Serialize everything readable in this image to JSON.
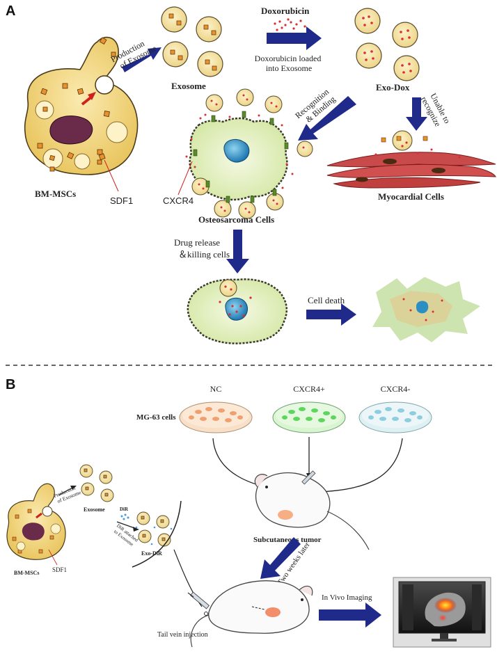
{
  "panels": {
    "a": "A",
    "b": "B"
  },
  "panel_a": {
    "production_line1": "Production",
    "production_line2": "of Exosome",
    "exosome": "Exosome",
    "doxorubicin": "Doxorubicin",
    "loaded_line1": "Doxorubicin loaded",
    "loaded_line2": "into Exosome",
    "exo_dox": "Exo-Dox",
    "recognition_line1": "Recognition",
    "recognition_line2": "& Binding",
    "unable_line1": "Unable to",
    "unable_line2": "recognize",
    "bm_mscs": "BM-MSCs",
    "sdf1": "SDF1",
    "cxcr4": "CXCR4",
    "osteosarcoma": "Osteosarcoma Cells",
    "myocardial": "Myocardial Cells",
    "drug_line1": "Drug release",
    "drug_line2": "＆killing cells",
    "cell_death": "Cell death"
  },
  "panel_b": {
    "mg63": "MG-63 cells",
    "nc": "NC",
    "cxcr4_pos": "CXCR4+",
    "cxcr4_neg": "CXCR4-",
    "production_line1": "Production",
    "production_line2": "of Exosome",
    "exosome": "Exosome",
    "dir": "DiR",
    "dir_attached_line1": "DiR attached",
    "dir_attached_line2": "to Exosome",
    "exo_dir": "Exo-DiR",
    "bm_mscs": "BM-MSCs",
    "sdf1": "SDF1",
    "subcutaneous": "Subcutaneous tumor",
    "two_weeks": "Two weeks later",
    "tail_vein": "Tail vein injection",
    "in_vivo": "In Vivo  Imaging"
  },
  "colors": {
    "arrow": "#1f2a8a",
    "cell_fill": "#f4dc8c",
    "tumor_fill": "#e4f0c4",
    "nucleus": "#2c8fc4",
    "drug": "#d83030",
    "vesicle": "#e8922c",
    "dish_nc": "#f0a070",
    "dish_pos": "#5ed65e",
    "dish_neg": "#8ccde0"
  }
}
